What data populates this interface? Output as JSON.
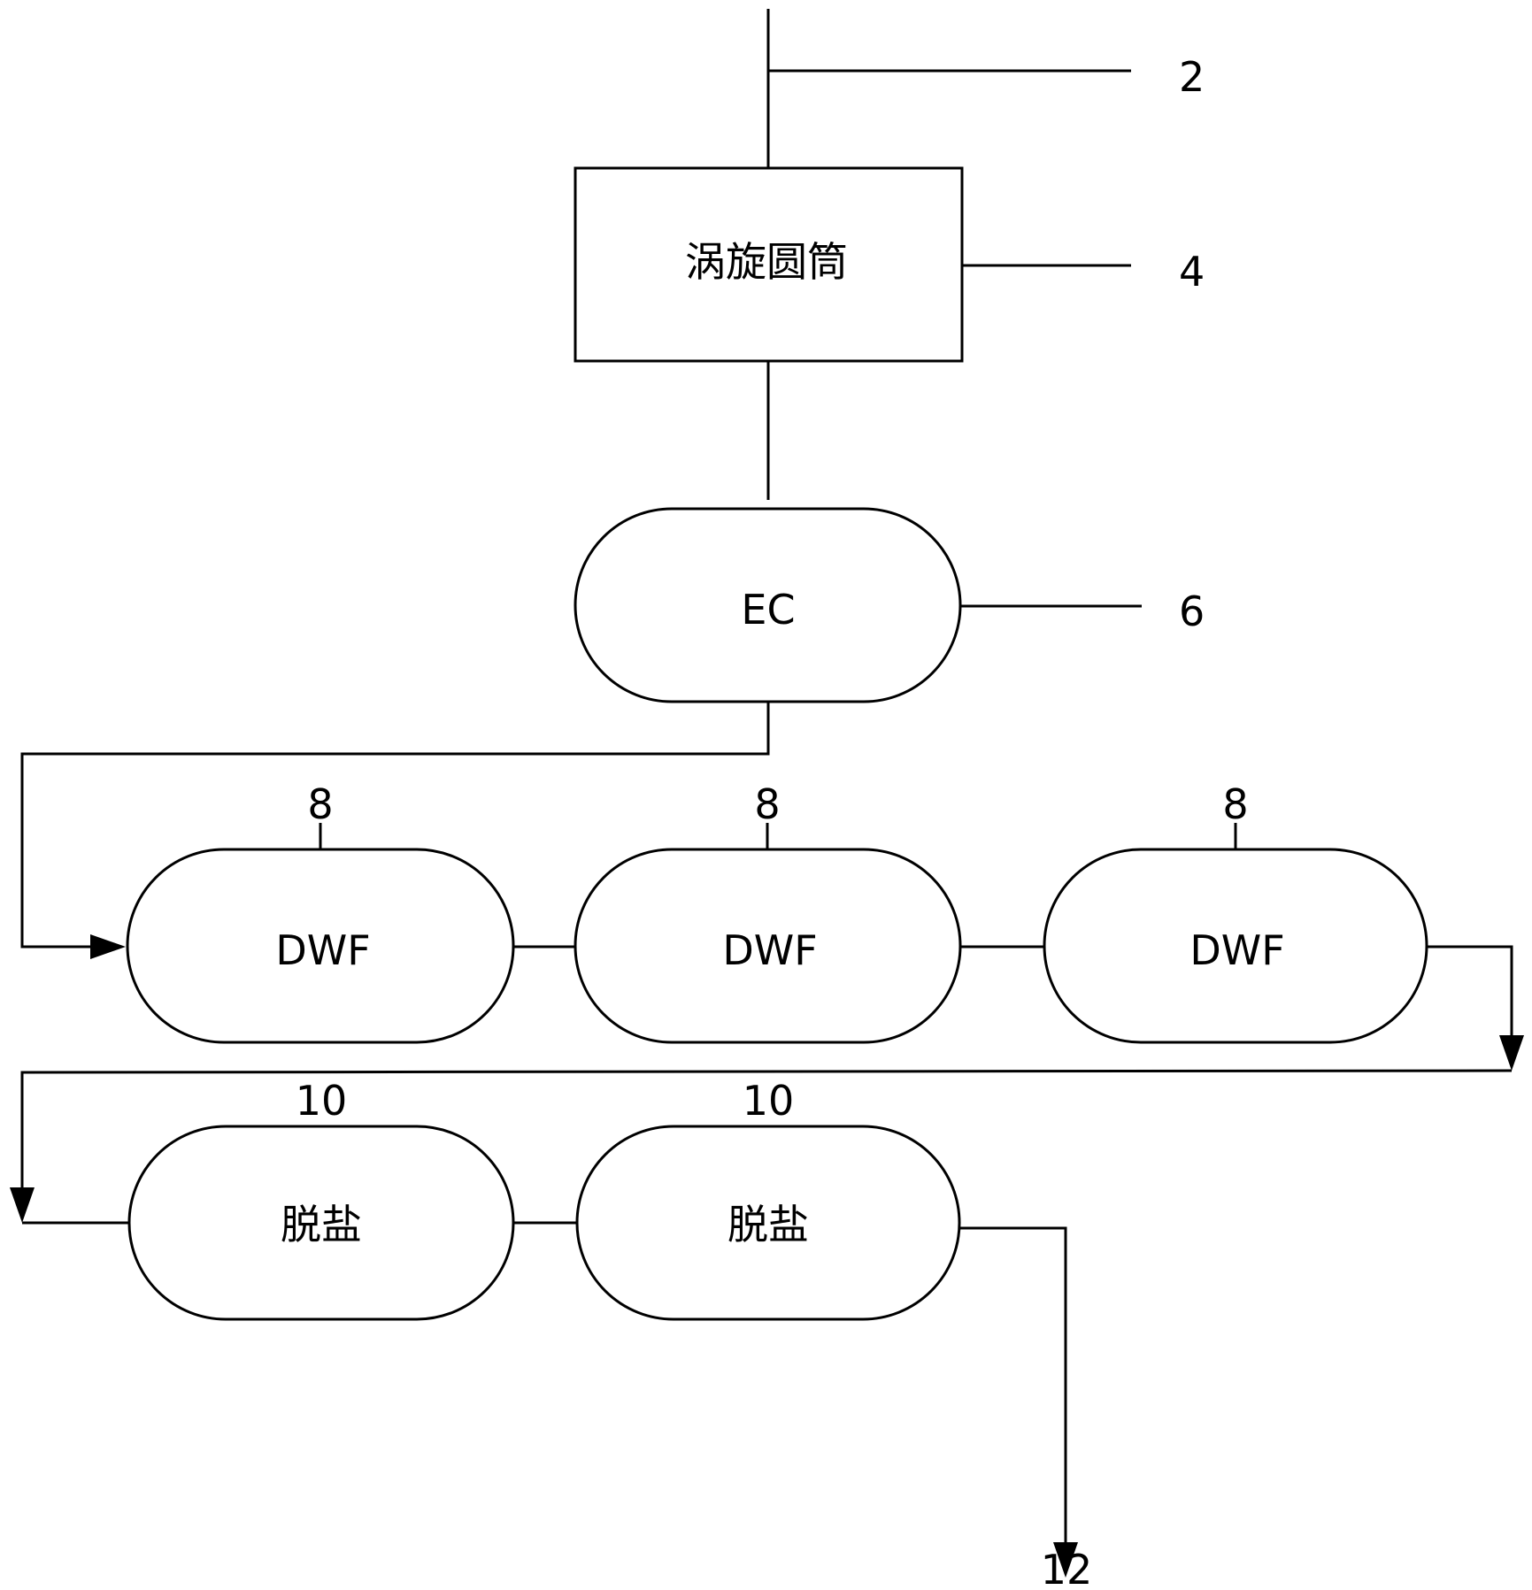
{
  "diagram": {
    "ref_labels": {
      "inlet": "2",
      "vortex": "4",
      "ec": "6",
      "dwf": "8",
      "desalt": "10",
      "outlet": "12"
    },
    "nodes": {
      "vortex": "涡旋圆筒",
      "ec": "EC",
      "dwf_1": "DWF",
      "dwf_2": "DWF",
      "dwf_3": "DWF",
      "desalt_1": "脱盐",
      "desalt_2": "脱盐"
    }
  }
}
